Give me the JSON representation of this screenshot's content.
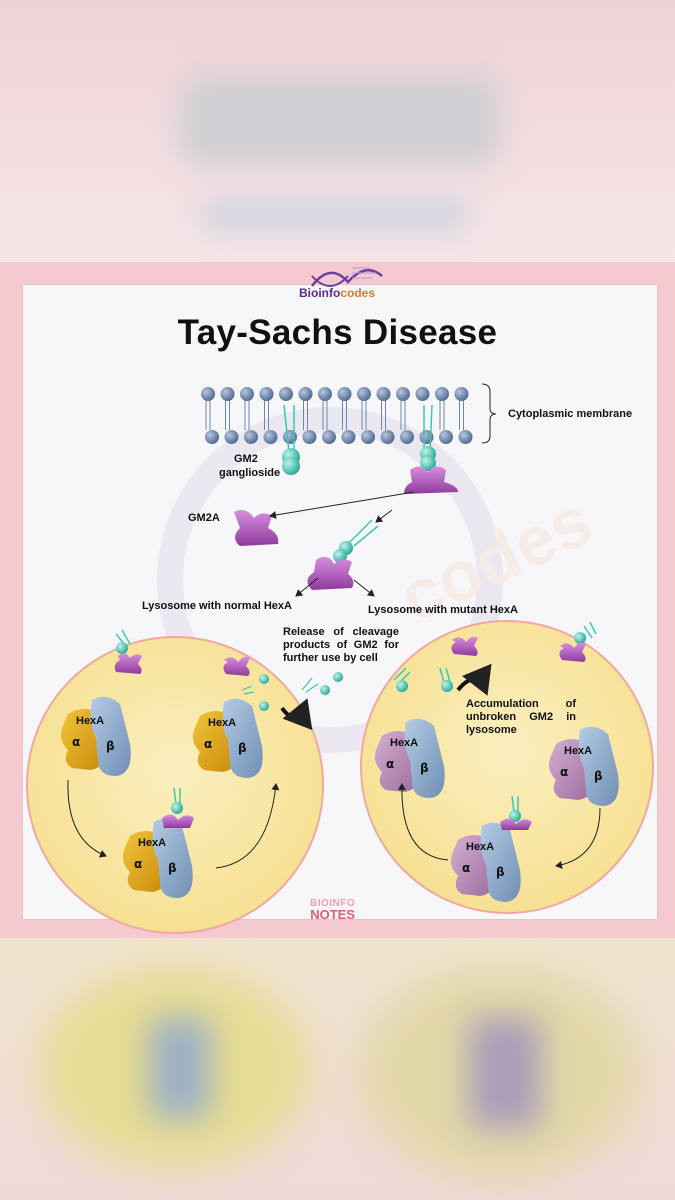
{
  "logo": {
    "part1": "Bioinfo",
    "part2": "codes"
  },
  "title": "Tay-Sachs Disease",
  "labels": {
    "membrane": "Cytoplasmic membrane",
    "gm2_line1": "GM2",
    "gm2_line2": "ganglioside",
    "gm2a": "GM2A",
    "normal": "Lysosome with normal HexA",
    "mutant": "Lysosome with mutant HexA",
    "release": "Release of cleavage products of GM2 for further use by cell",
    "accumulation": "Accumulation of unbroken GM2 in lysosome"
  },
  "enzyme": {
    "name": "HexA",
    "alpha": "α",
    "beta": "β"
  },
  "footer": {
    "line1": "BIOINFO",
    "line2": "NOTES"
  },
  "colors": {
    "membrane_head": "#6d86ab",
    "gm2": "#35c9b4",
    "gm2a": "#b45ec0",
    "alpha_normal": "#e3a81a",
    "beta": "#90aece",
    "alpha_mutant": "#b98bb9",
    "lysosome": "#f8e7a6"
  }
}
